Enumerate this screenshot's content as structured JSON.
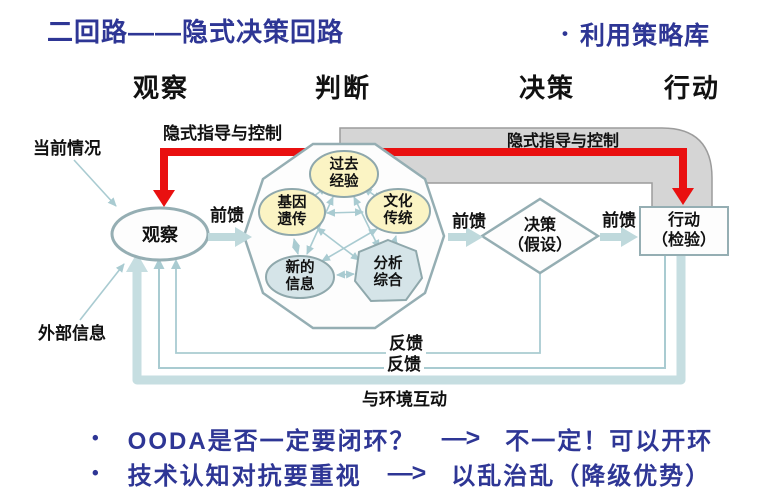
{
  "header": {
    "title": "二回路——隐式决策回路",
    "bullet": "•",
    "note": "利用策略库"
  },
  "columns": [
    {
      "label": "观察"
    },
    {
      "label": "判断"
    },
    {
      "label": "决策"
    },
    {
      "label": "行动"
    }
  ],
  "inputs": {
    "current_situation": "当前情况",
    "external_info": "外部信息"
  },
  "labels": {
    "implicit_control": "隐式指导与控制",
    "feedforward": "前馈",
    "feedback": "反馈",
    "environment": "与环境互动"
  },
  "loop": {
    "observe": "观察",
    "decide": {
      "line1": "决策",
      "line2": "（假设）"
    },
    "act": {
      "line1": "行动",
      "line2": "（检验）"
    },
    "orient_nodes": {
      "past": {
        "line1": "过去",
        "line2": "经验"
      },
      "genetic": {
        "line1": "基因",
        "line2": "遗传"
      },
      "culture": {
        "line1": "文化",
        "line2": "传统"
      },
      "newinfo": {
        "line1": "新的",
        "line2": "信息"
      },
      "analysis": {
        "line1": "分析",
        "line2": "综合"
      }
    }
  },
  "bullets": [
    {
      "left": "OODA是否一定要闭环？",
      "arrow": "—>",
      "right": "不一定！可以开环"
    },
    {
      "left": "技术认知对抗要重视",
      "arrow": "—>",
      "right": "以乱治乱（降级优势）"
    }
  ],
  "colors": {
    "navy": "#2E3695",
    "red": "#E91010",
    "teal": "#A9CBD1",
    "teal_light": "#C6DEE1",
    "teal_mid": "#BFD9DC",
    "yellow": "#FBF4C4",
    "blue_node": "#D5E4E8",
    "node_stroke": "#8FA8AC",
    "shape_stroke": "#95AEB3",
    "band": "#D5D5D5",
    "band_stroke": "#9C9C9C",
    "text_black": "#111111"
  }
}
